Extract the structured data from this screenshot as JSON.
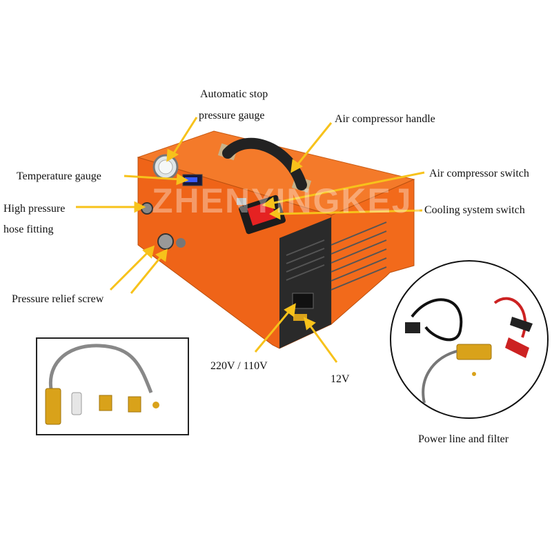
{
  "watermark": "ZHENYINGKEJI",
  "labels": {
    "automatic_stop_line1": "Automatic stop",
    "automatic_stop_line2": "pressure gauge",
    "handle": "Air compressor handle",
    "temperature": "Temperature gauge",
    "switch": "Air compressor switch",
    "high_pressure_line1": "High pressure",
    "high_pressure_line2": "hose fitting",
    "cooling": "Cooling system switch",
    "relief": "Pressure relief screw",
    "voltage_ac": "220V / 110V",
    "voltage_dc": "12V",
    "power_line": "Power line and filter"
  },
  "colors": {
    "body_orange": "#f26a1b",
    "arrow_yellow": "#f7c21b",
    "brass": "#d9a21a"
  }
}
